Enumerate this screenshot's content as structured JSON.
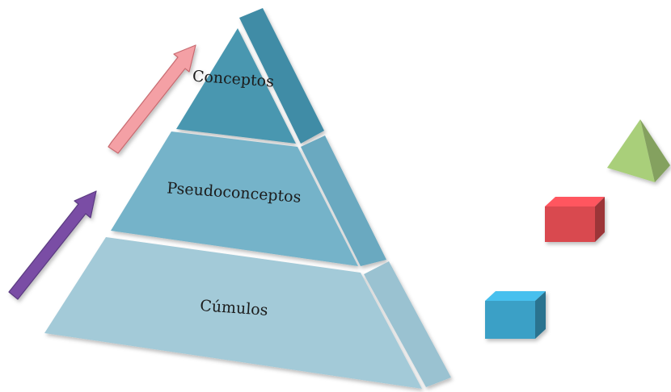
{
  "pyramid": {
    "levels": [
      {
        "label": "Conceptos",
        "color_front": "#4a97b0",
        "color_side": "#3f8ca6"
      },
      {
        "label": "Pseudoconceptos",
        "color_front": "#74b3c9",
        "color_side": "#6aa9c0"
      },
      {
        "label": "Cúmulos",
        "color_front": "#a3cad8",
        "color_side": "#9ac2d1"
      }
    ]
  },
  "arrows": [
    {
      "id": "upper",
      "color": "#f4a0a5",
      "stroke": "#c86a70"
    },
    {
      "id": "lower",
      "color": "#7a4ea5",
      "stroke": "#5a3a80"
    }
  ],
  "shapes": [
    {
      "kind": "pyramid",
      "color": "#a9cf7a"
    },
    {
      "kind": "box",
      "color": "#d9484f"
    },
    {
      "kind": "box",
      "color": "#3aa0c6"
    }
  ]
}
